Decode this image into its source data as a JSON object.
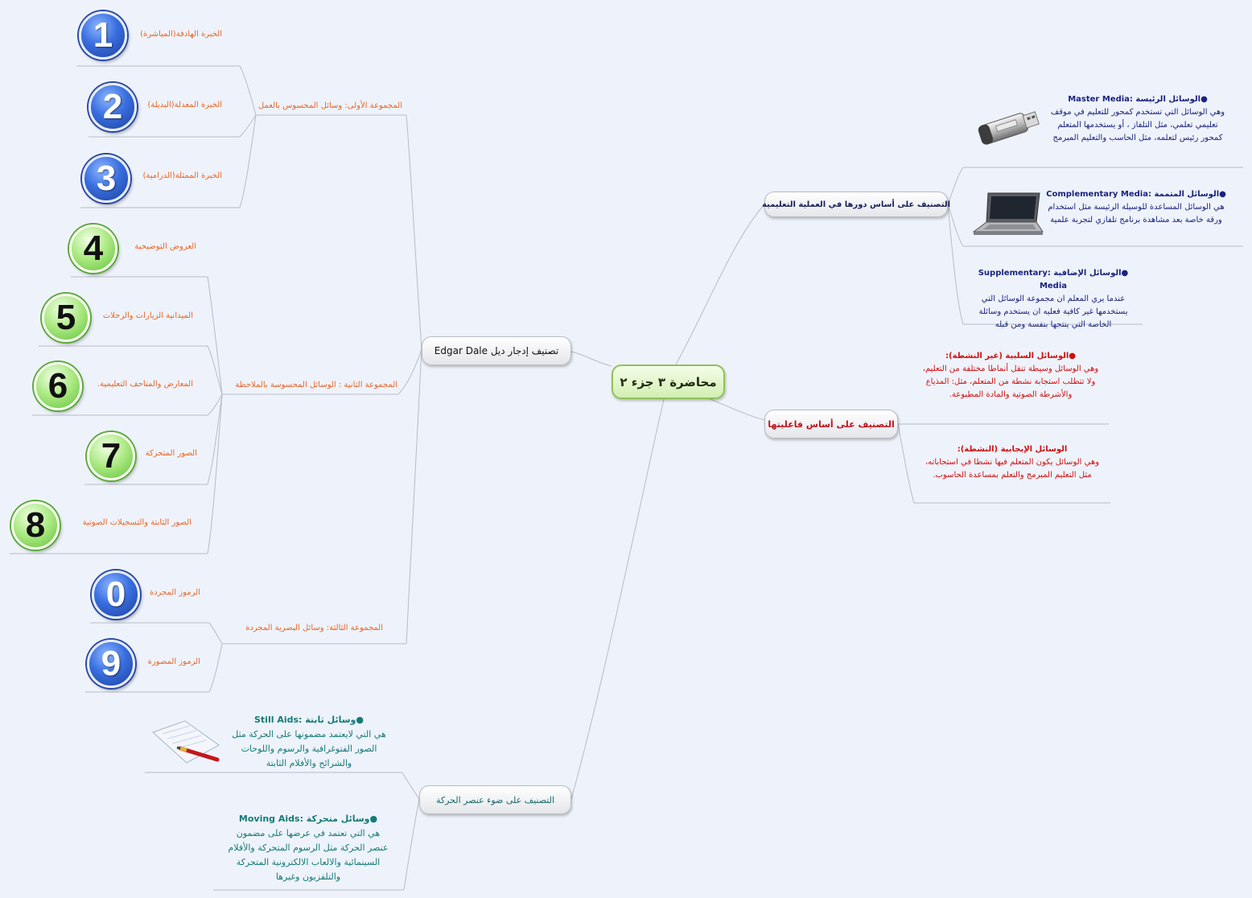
{
  "central": {
    "title": "محاضرة ٣ جزء ٢"
  },
  "left_main": {
    "label": "تصنيف إدجار ديل Edgar Dale"
  },
  "right_top": {
    "label": "التصنيف على أساس دورها في العملية التعليمية",
    "items": [
      {
        "title": "●الوسائل الرئيسة :Master Media",
        "lines": [
          "وهي الوسائل التي تستخدم كمحور للتعليم في موقف",
          "تعليمي تعلمي، مثل التلفاز ، أو يستخدمها المتعلم",
          "كمحور رئيس لتعلمه، مثل الحاسب والتعليم المبرمج"
        ]
      },
      {
        "title": "●الوسائل المتممة :Complementary Media",
        "lines": [
          "هي الوسائل المساعدة للوسيلة الرئيسة مثل استخدام",
          "ورقة خاصة بعد مشاهدة برنامج تلفازي لتجربة علمية"
        ]
      },
      {
        "title": "●الوسائل الإضافية :Supplementary Media",
        "lines": [
          "عندما يري المعلم ان مجموعة الوسائل التي",
          "يستخدمها غير كافية فعليه ان يستخدم وسائلة",
          "الخاصة التي ينتجها بنفسة ومن قبله"
        ]
      }
    ]
  },
  "right_mid": {
    "label": "التصنيف على أساس فاعليتها",
    "items": [
      {
        "title": "●الوسائل السلبية (غير النشطة):",
        "lines": [
          "وهي الوسائل وسيطة تنقل أنماطا مختلفة من التعليم،",
          "ولا تتطلب استجابة نشطة من المتعلم، مثل: المذياع",
          "والأشرطة الصوتية والمادة المطبوعة."
        ]
      },
      {
        "title": "الوسائل الإيجابية (النشطة):",
        "lines": [
          "وهي الوسائل يكون المتعلم فيها نشطا في استجاباته،",
          "مثل التعليم المبرمج والتعلم بمساعدة الحاسوب."
        ]
      }
    ]
  },
  "bottom": {
    "label": "التصنيف على ضوء عنصر الحركة",
    "items": [
      {
        "title": "●وسائل ثابتة :Still Aids",
        "lines": [
          "هي التي لايعتمد مضمونها على الحركة مثل",
          "الصور الفتوغرافية والرسوم واللوحات",
          "والشرائح والأفلام الثابتة"
        ]
      },
      {
        "title": "●وسائل متحركة :Moving Aids",
        "lines": [
          "هي التي تعتمد في عرضها على مضمون",
          "عنصر الحركة مثل الرسوم المتحركة والأفلام",
          "السينمائية والالعاب الالكترونية المتحركة",
          "والتلفزيون وغيرها"
        ]
      }
    ]
  },
  "groups": [
    {
      "label": "المجموعة الأولى: وسائل المحسوس بالعمل"
    },
    {
      "label": "المجموعة الثانية : الوسائل المحسوسة بالملاحظة"
    },
    {
      "label": "المجموعة الثالثة: وسائل البصرية المجردة"
    }
  ],
  "experiences": [
    {
      "num": "1",
      "label": "الخبرة الهادفة(المباشرة)",
      "style": "blue"
    },
    {
      "num": "2",
      "label": "الخبرة المعدلة(البديلة)",
      "style": "blue"
    },
    {
      "num": "3",
      "label": "الخبرة الممثلة(الدرامية)",
      "style": "blue"
    },
    {
      "num": "4",
      "label": "العروض التوضيحية",
      "style": "green"
    },
    {
      "num": "5",
      "label": "الميدانية الزيارات والرحلات",
      "style": "green"
    },
    {
      "num": "6",
      "label": "المعارض والمتاحف التعليمية.",
      "style": "green"
    },
    {
      "num": "7",
      "label": "الصور المتحركة",
      "style": "green"
    },
    {
      "num": "8",
      "label": "الصور الثابتة والتسجيلات الصوتية",
      "style": "green"
    },
    {
      "num": "0",
      "label": "الرموز المجردة",
      "style": "blue"
    },
    {
      "num": "9",
      "label": "الرموز المصورة",
      "style": "blue"
    }
  ],
  "colors": {
    "central_border": "#8fc25a",
    "orange_text": "#e8662a",
    "navy_text": "#1a237e",
    "red_text": "#d01010",
    "teal_text": "#167a78",
    "line": "#b8bcc4"
  }
}
